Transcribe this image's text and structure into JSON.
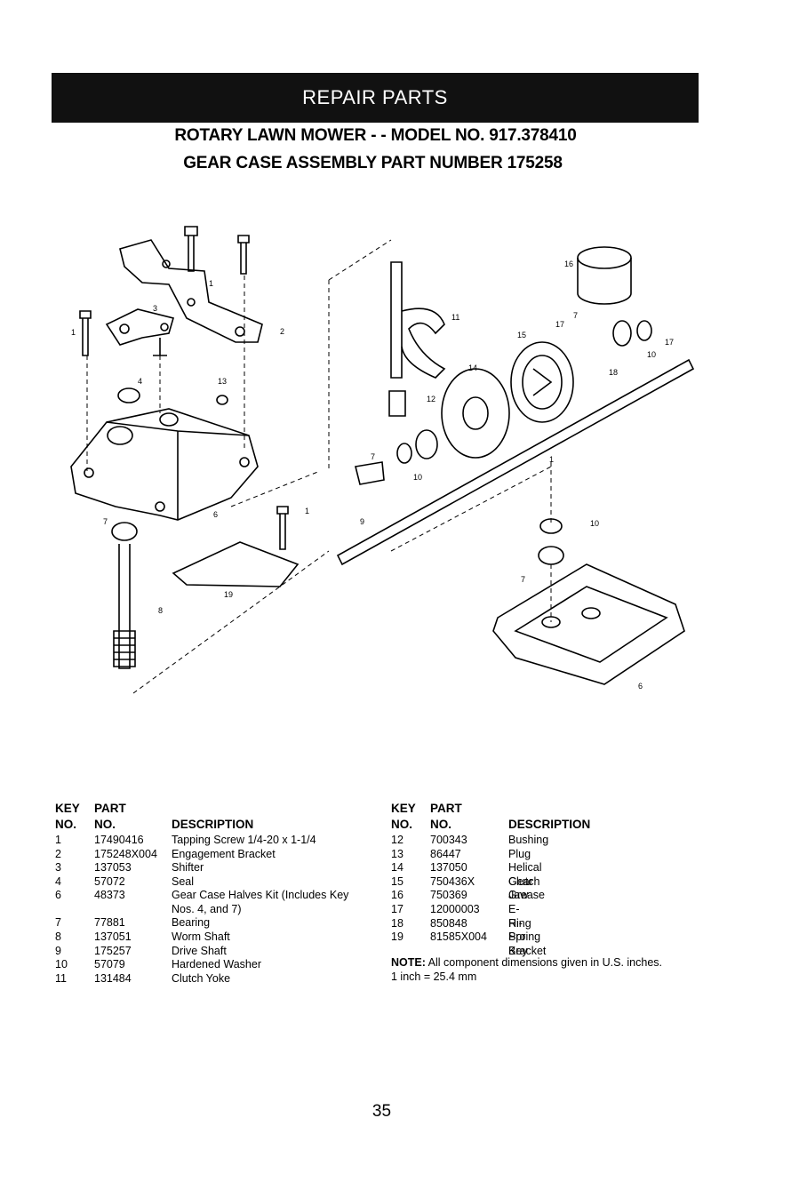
{
  "banner": "REPAIR PARTS",
  "subtitle_line1": "ROTARY LAWN MOWER - - MODEL NO. 917.378410",
  "subtitle_line2": "GEAR CASE ASSEMBLY PART NUMBER  175258",
  "callouts": [
    "1",
    "1",
    "1",
    "2",
    "3",
    "4",
    "6",
    "7",
    "8",
    "9",
    "10",
    "11",
    "12",
    "13",
    "14",
    "15",
    "16",
    "17",
    "18",
    "19",
    "7",
    "10",
    "7",
    "17",
    "7",
    "10",
    "1",
    "6"
  ],
  "table_headers": {
    "key": "KEY",
    "part": "PART",
    "no": "NO.",
    "no2": "NO.",
    "description": "DESCRIPTION"
  },
  "parts_left": [
    {
      "key": "1",
      "part": "17490416",
      "desc": "Tapping Screw  1/4-20 x 1-1/4"
    },
    {
      "key": "2",
      "part": "175248X004",
      "desc": "Engagement Bracket"
    },
    {
      "key": "3",
      "part": "137053",
      "desc": "Shifter"
    },
    {
      "key": "4",
      "part": "57072",
      "desc": "Seal"
    },
    {
      "key": "6",
      "part": "48373",
      "desc": "Gear Case Halves Kit (Includes Key Nos. 4, and 7)"
    },
    {
      "key": "7",
      "part": "77881",
      "desc": "Bearing"
    },
    {
      "key": "8",
      "part": "137051",
      "desc": "Worm Shaft"
    },
    {
      "key": "9",
      "part": "175257",
      "desc": "Drive Shaft"
    },
    {
      "key": "10",
      "part": "57079",
      "desc": "Hardened Washer"
    },
    {
      "key": "11",
      "part": "131484",
      "desc": "Clutch Yoke"
    }
  ],
  "parts_right": [
    {
      "key": "12",
      "part": "700343",
      "desc": "Bushing"
    },
    {
      "key": "13",
      "part": "86447",
      "desc": "Plug"
    },
    {
      "key": "14",
      "part": "137050",
      "desc": "Helical Gear"
    },
    {
      "key": "15",
      "part": "750436X",
      "desc": "Clutch Jaw"
    },
    {
      "key": "16",
      "part": "750369",
      "desc": "Grease"
    },
    {
      "key": "17",
      "part": "12000003",
      "desc": "E-Ring"
    },
    {
      "key": "18",
      "part": "850848",
      "desc": "Hi-Pro Key"
    },
    {
      "key": "19",
      "part": "81585X004",
      "desc": "Spring Bracket"
    }
  ],
  "note_label": "NOTE:",
  "note_text": " All component dimensions given in U.S. inches.",
  "note_line2": "1 inch = 25.4 mm",
  "page_number": "35"
}
